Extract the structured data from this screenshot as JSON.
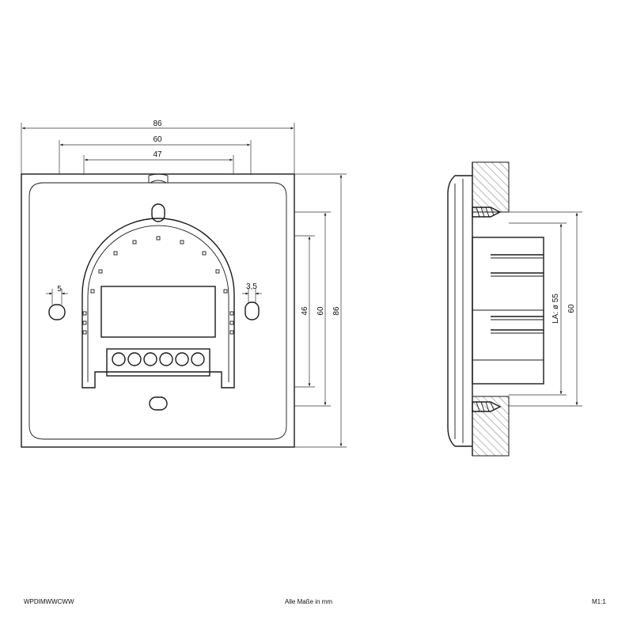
{
  "front_view": {
    "dim_overall_width": "86",
    "dim_width_60": "60",
    "dim_width_47": "47",
    "dim_hole_5": "5",
    "dim_hole_3_5": "3,5",
    "dim_height_46": "46",
    "dim_height_60": "60",
    "dim_height_86": "86"
  },
  "side_view": {
    "dim_la_diameter": "LA: ø 55",
    "dim_height_60": "60"
  },
  "footer": {
    "model_code": "WPDIMWWCWW",
    "units_note": "Alle Maße in mm",
    "scale": "M1:1"
  }
}
